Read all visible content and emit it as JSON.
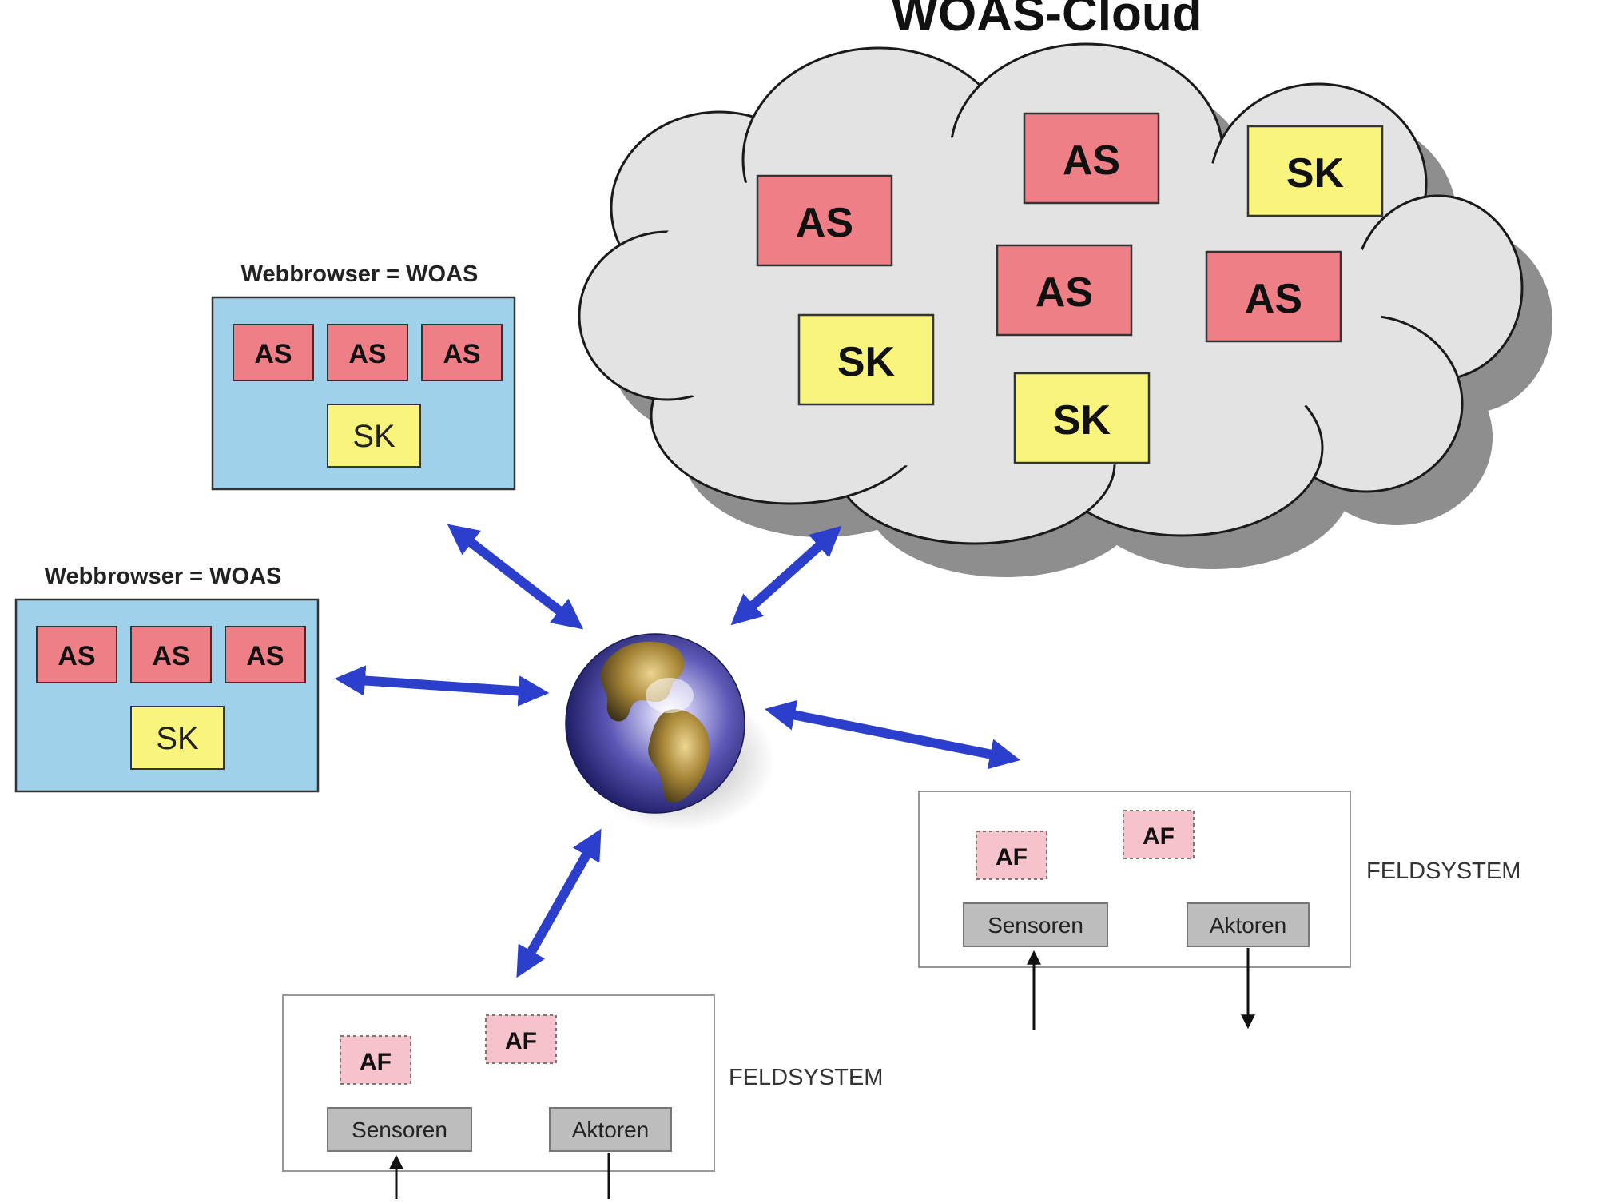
{
  "cloud": {
    "title": "WOAS-Cloud",
    "boxes": [
      {
        "label": "AS",
        "kind": "as"
      },
      {
        "label": "AS",
        "kind": "as"
      },
      {
        "label": "SK",
        "kind": "sk"
      },
      {
        "label": "AS",
        "kind": "as"
      },
      {
        "label": "AS",
        "kind": "as"
      },
      {
        "label": "SK",
        "kind": "sk"
      },
      {
        "label": "SK",
        "kind": "sk"
      }
    ]
  },
  "browsers": [
    {
      "title": "Webbrowser = WOAS",
      "as_labels": [
        "AS",
        "AS",
        "AS"
      ],
      "sk_label": "SK"
    },
    {
      "title": "Webbrowser = WOAS",
      "as_labels": [
        "AS",
        "AS",
        "AS"
      ],
      "sk_label": "SK"
    }
  ],
  "fieldsystems": [
    {
      "label": "FELDSYSTEM",
      "af_labels": [
        "AF",
        "AF"
      ],
      "sensor_label": "Sensoren",
      "actor_label": "Aktoren"
    },
    {
      "label": "FELDSYSTEM",
      "af_labels": [
        "AF",
        "AF"
      ],
      "sensor_label": "Sensoren",
      "actor_label": "Aktoren"
    }
  ],
  "colors": {
    "as_fill": "#EE7F87",
    "sk_fill": "#F9F57C",
    "browser_fill": "#9FD2EA",
    "cloud_fill": "#E3E3E3",
    "cloud_shadow": "#8E8E8E",
    "arrow": "#2B3FCC",
    "af_fill": "#F6C2CC",
    "device_fill": "#BDBDBD"
  },
  "globe_icon": "globe-icon"
}
